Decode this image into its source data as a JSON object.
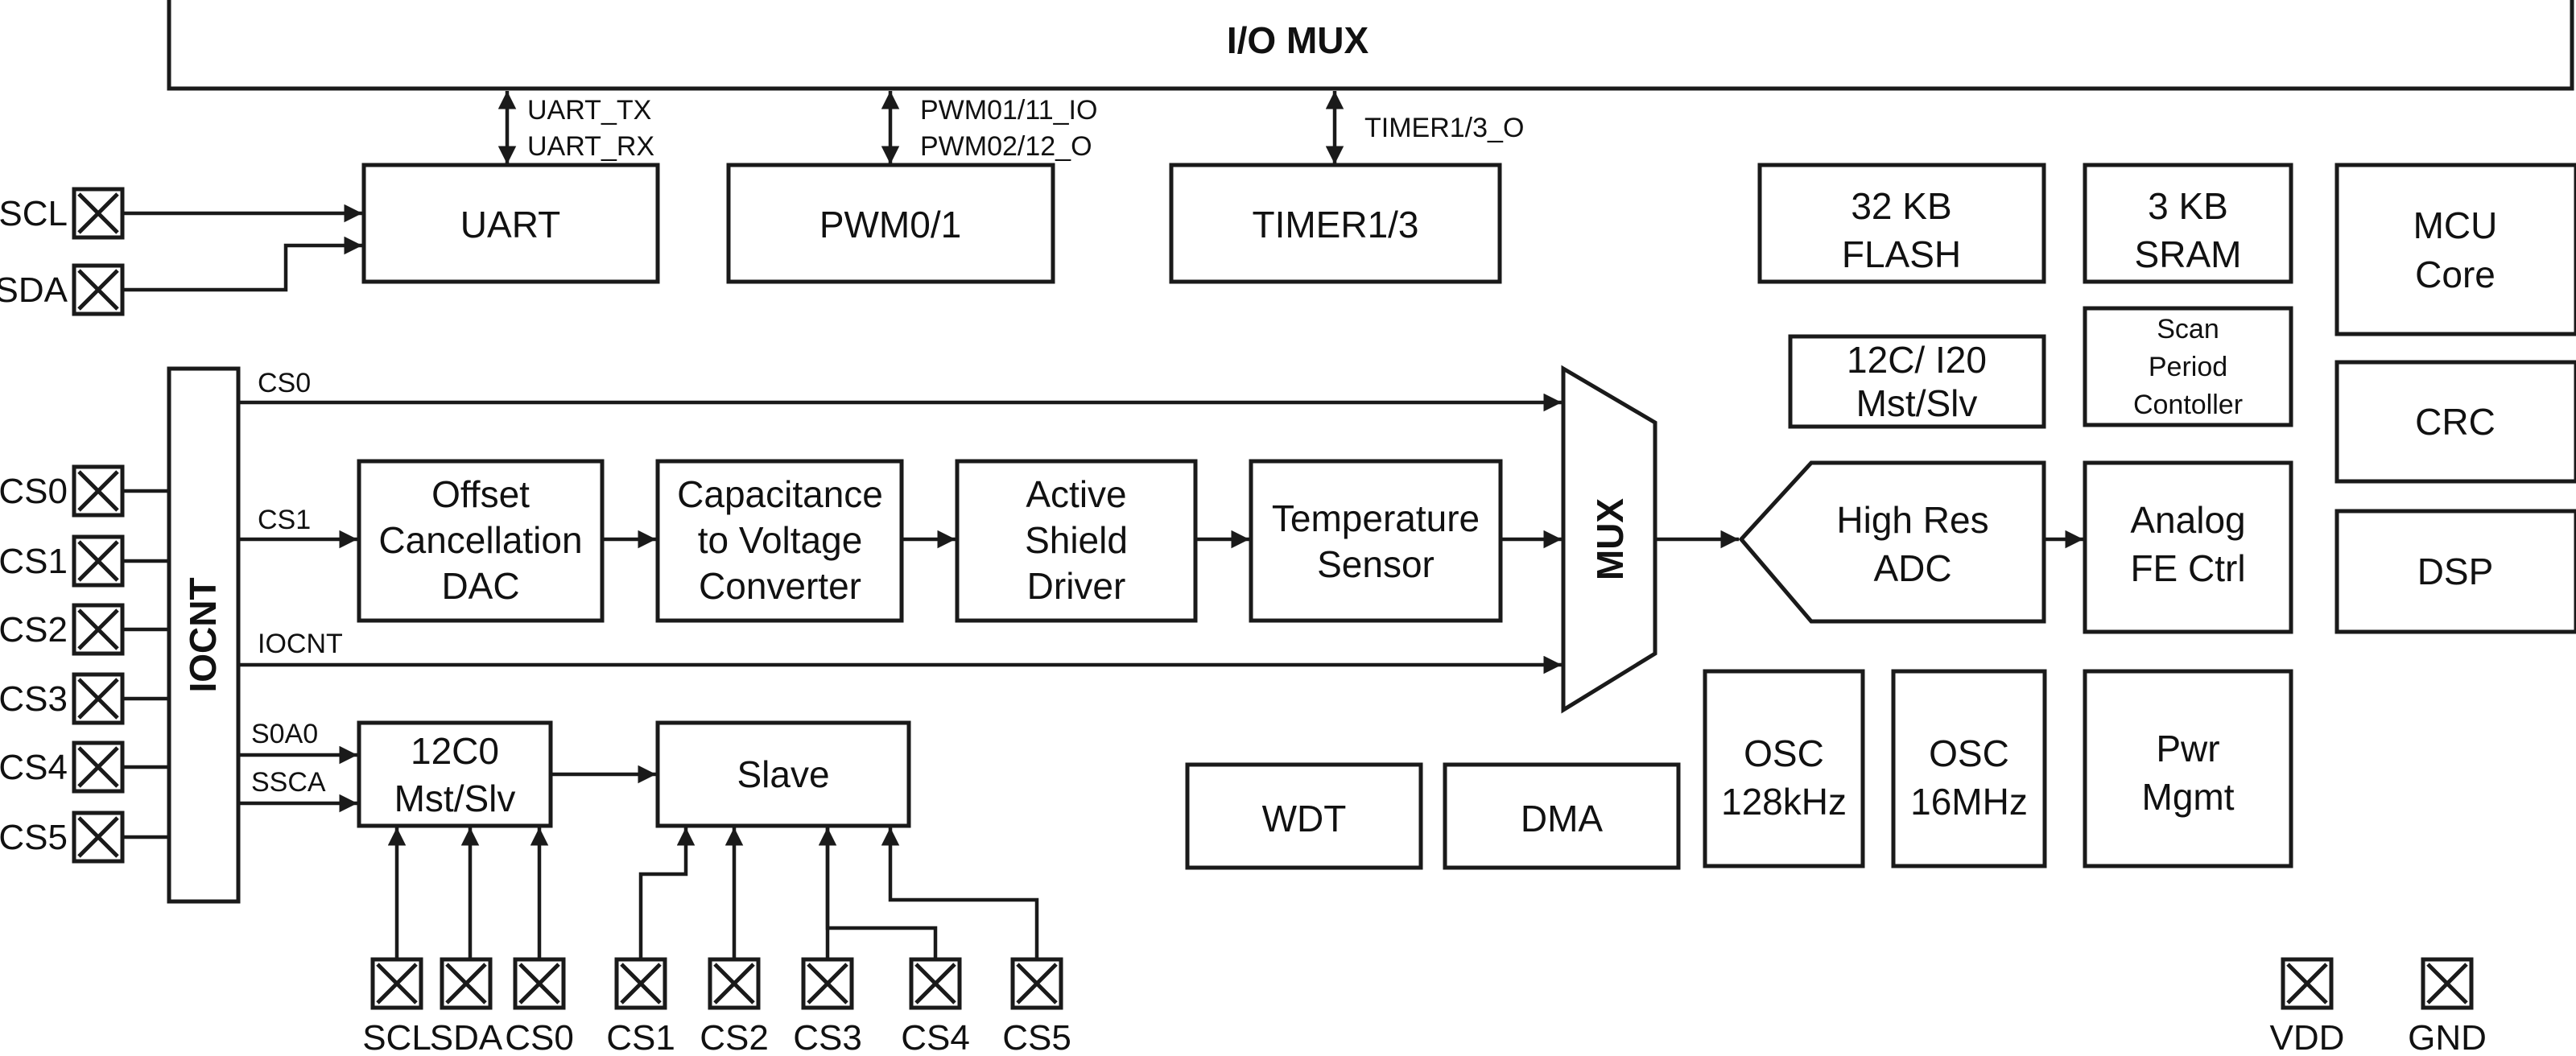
{
  "io_mux": {
    "label": "I/O MUX"
  },
  "uart": {
    "label": "UART",
    "sig_tx": "UART_TX",
    "sig_rx": "UART_RX"
  },
  "pwm": {
    "label": "PWM0/1",
    "sig_1": "PWM01/11_IO",
    "sig_2": "PWM02/12_O"
  },
  "timer": {
    "label": "TIMER1/3",
    "sig": "TIMER1/3_O"
  },
  "flash": {
    "line1": "32 KB",
    "line2": "FLASH"
  },
  "sram": {
    "line1": "3 KB",
    "line2": "SRAM"
  },
  "mcu_core": {
    "line1": "MCU",
    "line2": "Core"
  },
  "i2c_right": {
    "line1": "12C/ I20",
    "line2": "Mst/Slv"
  },
  "scan_period": {
    "line1": "Scan",
    "line2": "Period",
    "line3": "Contoller"
  },
  "crc": {
    "label": "CRC"
  },
  "dsp": {
    "label": "DSP"
  },
  "iocnt": {
    "label": "IOCNT"
  },
  "signals": {
    "cs0": "CS0",
    "cs1": "CS1",
    "iocnt": "IOCNT",
    "soao": "S0A0",
    "ssca": "SSCA"
  },
  "offset_dac": {
    "line1": "Offset",
    "line2": "Cancellation",
    "line3": "DAC"
  },
  "cap_to_volt": {
    "line1": "Capacitance",
    "line2": "to Voltage",
    "line3": "Converter"
  },
  "shield_driver": {
    "line1": "Active",
    "line2": "Shield",
    "line3": "Driver"
  },
  "temp_sensor": {
    "line1": "Temperature",
    "line2": "Sensor"
  },
  "mux": {
    "label": "MUX"
  },
  "adc": {
    "line1": "High Res",
    "line2": "ADC"
  },
  "analog_fe": {
    "line1": "Analog",
    "line2": "FE Ctrl"
  },
  "i2c_left": {
    "line1": "12C0",
    "line2": "Mst/Slv"
  },
  "slave": {
    "label": "Slave"
  },
  "wdt": {
    "label": "WDT"
  },
  "dma": {
    "label": "DMA"
  },
  "osc_low": {
    "line1": "OSC",
    "line2": "128kHz"
  },
  "osc_high": {
    "line1": "OSC",
    "line2": "16MHz"
  },
  "pwr_mgmt": {
    "line1": "Pwr",
    "line2": "Mgmt"
  },
  "left_pins": {
    "scl": "SCL",
    "sda": "SDA",
    "cs0": "CS0",
    "cs1": "CS1",
    "cs2": "CS2",
    "cs3": "CS3",
    "cs4": "CS4",
    "cs5": "CS5"
  },
  "bottom_pins": {
    "scl": "SCL",
    "sda": "SDA",
    "cs0": "CS0",
    "cs1": "CS1",
    "cs2": "CS2",
    "cs3": "CS3",
    "cs4": "CS4",
    "cs5": "CS5"
  },
  "power_pins": {
    "vdd": "VDD",
    "gnd": "GND"
  }
}
